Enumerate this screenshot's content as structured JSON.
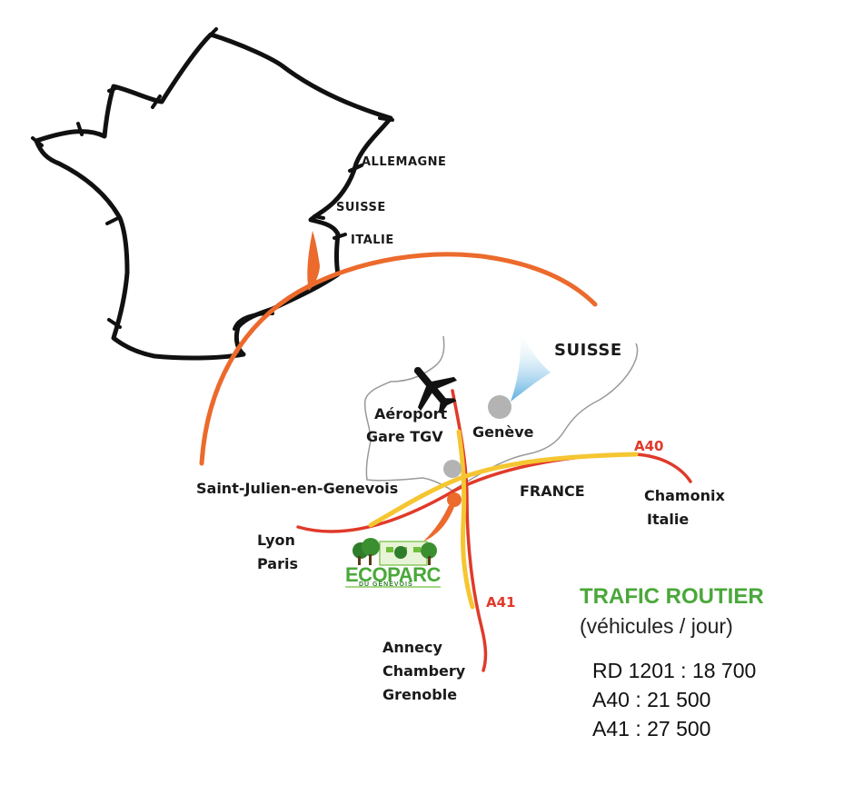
{
  "colors": {
    "outline": "#111111",
    "border_arc": "#ec6a2c",
    "road_red": "#e03a2a",
    "road_yellow": "#f5c631",
    "lake": "#999999",
    "city_dot": "#b3b3b3",
    "site_dot": "#ec6a2c",
    "legend_green": "#4aa83a",
    "beam_blue": "#5aaee0"
  },
  "labels": {
    "allemagne": "ALLEMAGNE",
    "suisse_small": "SUISSE",
    "italie": "ITALIE",
    "suisse_big": "SUISSE",
    "aeroport": "Aéroport",
    "gare_tgv": "Gare TGV",
    "geneve": "Genève",
    "saint_julien": "Saint-Julien-en-Genevois",
    "france": "FRANCE",
    "chamonix": "Chamonix",
    "italie_right": "Italie",
    "lyon": "Lyon",
    "paris": "Paris",
    "annecy": "Annecy",
    "chambery": "Chambery",
    "grenoble": "Grenoble"
  },
  "roads": {
    "a40": "A40",
    "a41": "A41"
  },
  "logo": {
    "name": "ECOPARC",
    "tagline": "DU GENEVOIS"
  },
  "icons": {
    "airport": "airplane-icon",
    "logo_trees": "tree-icon"
  },
  "legend": {
    "title": "TRAFIC ROUTIER",
    "subtitle": "(véhicules / jour)",
    "rows": [
      "RD 1201 : 18 700",
      "A40 : 21 500",
      "A41 : 27 500"
    ]
  }
}
